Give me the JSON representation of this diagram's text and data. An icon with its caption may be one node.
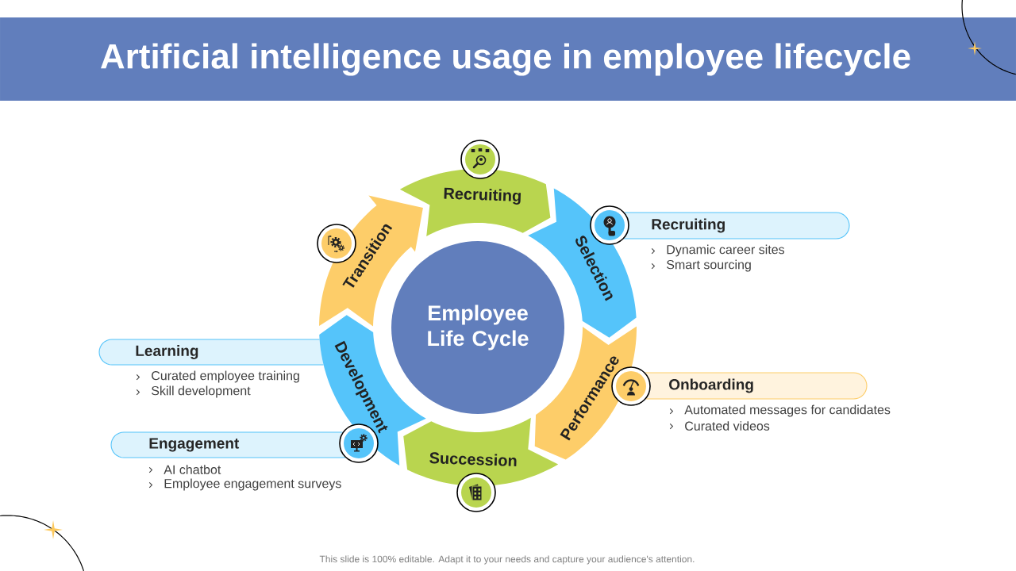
{
  "diagram": {
    "title": "Artificial intelligence usage in employee lifecycle",
    "nodes": [
      {
        "text": [
          "Employee Life Cycle"
        ]
      },
      {
        "text": [
          "Recruiting"
        ]
      },
      {
        "text": [
          "Selection"
        ]
      },
      {
        "text": [
          "Performance"
        ]
      },
      {
        "text": [
          "Succession"
        ]
      },
      {
        "text": [
          "Development"
        ]
      },
      {
        "text": [
          "Transition"
        ]
      },
      {
        "text": [
          "Recruiting"
        ],
        "beside": [
          "Dynamic career sites",
          "Smart sourcing"
        ]
      },
      {
        "text": [
          "Learning"
        ],
        "beside": [
          "Curated employee training",
          "Skill development"
        ]
      },
      {
        "text": [
          "Onboarding"
        ],
        "beside": [
          "Automated messages for candidates",
          "Curated videos"
        ]
      },
      {
        "text": [
          "Engagement"
        ],
        "beside": [
          "AI chatbot",
          "Employee engagement surveys"
        ]
      }
    ],
    "labels": [
      "This slide is 100% editable. Adapt it to your needs and capture your audience's attention."
    ]
  }
}
